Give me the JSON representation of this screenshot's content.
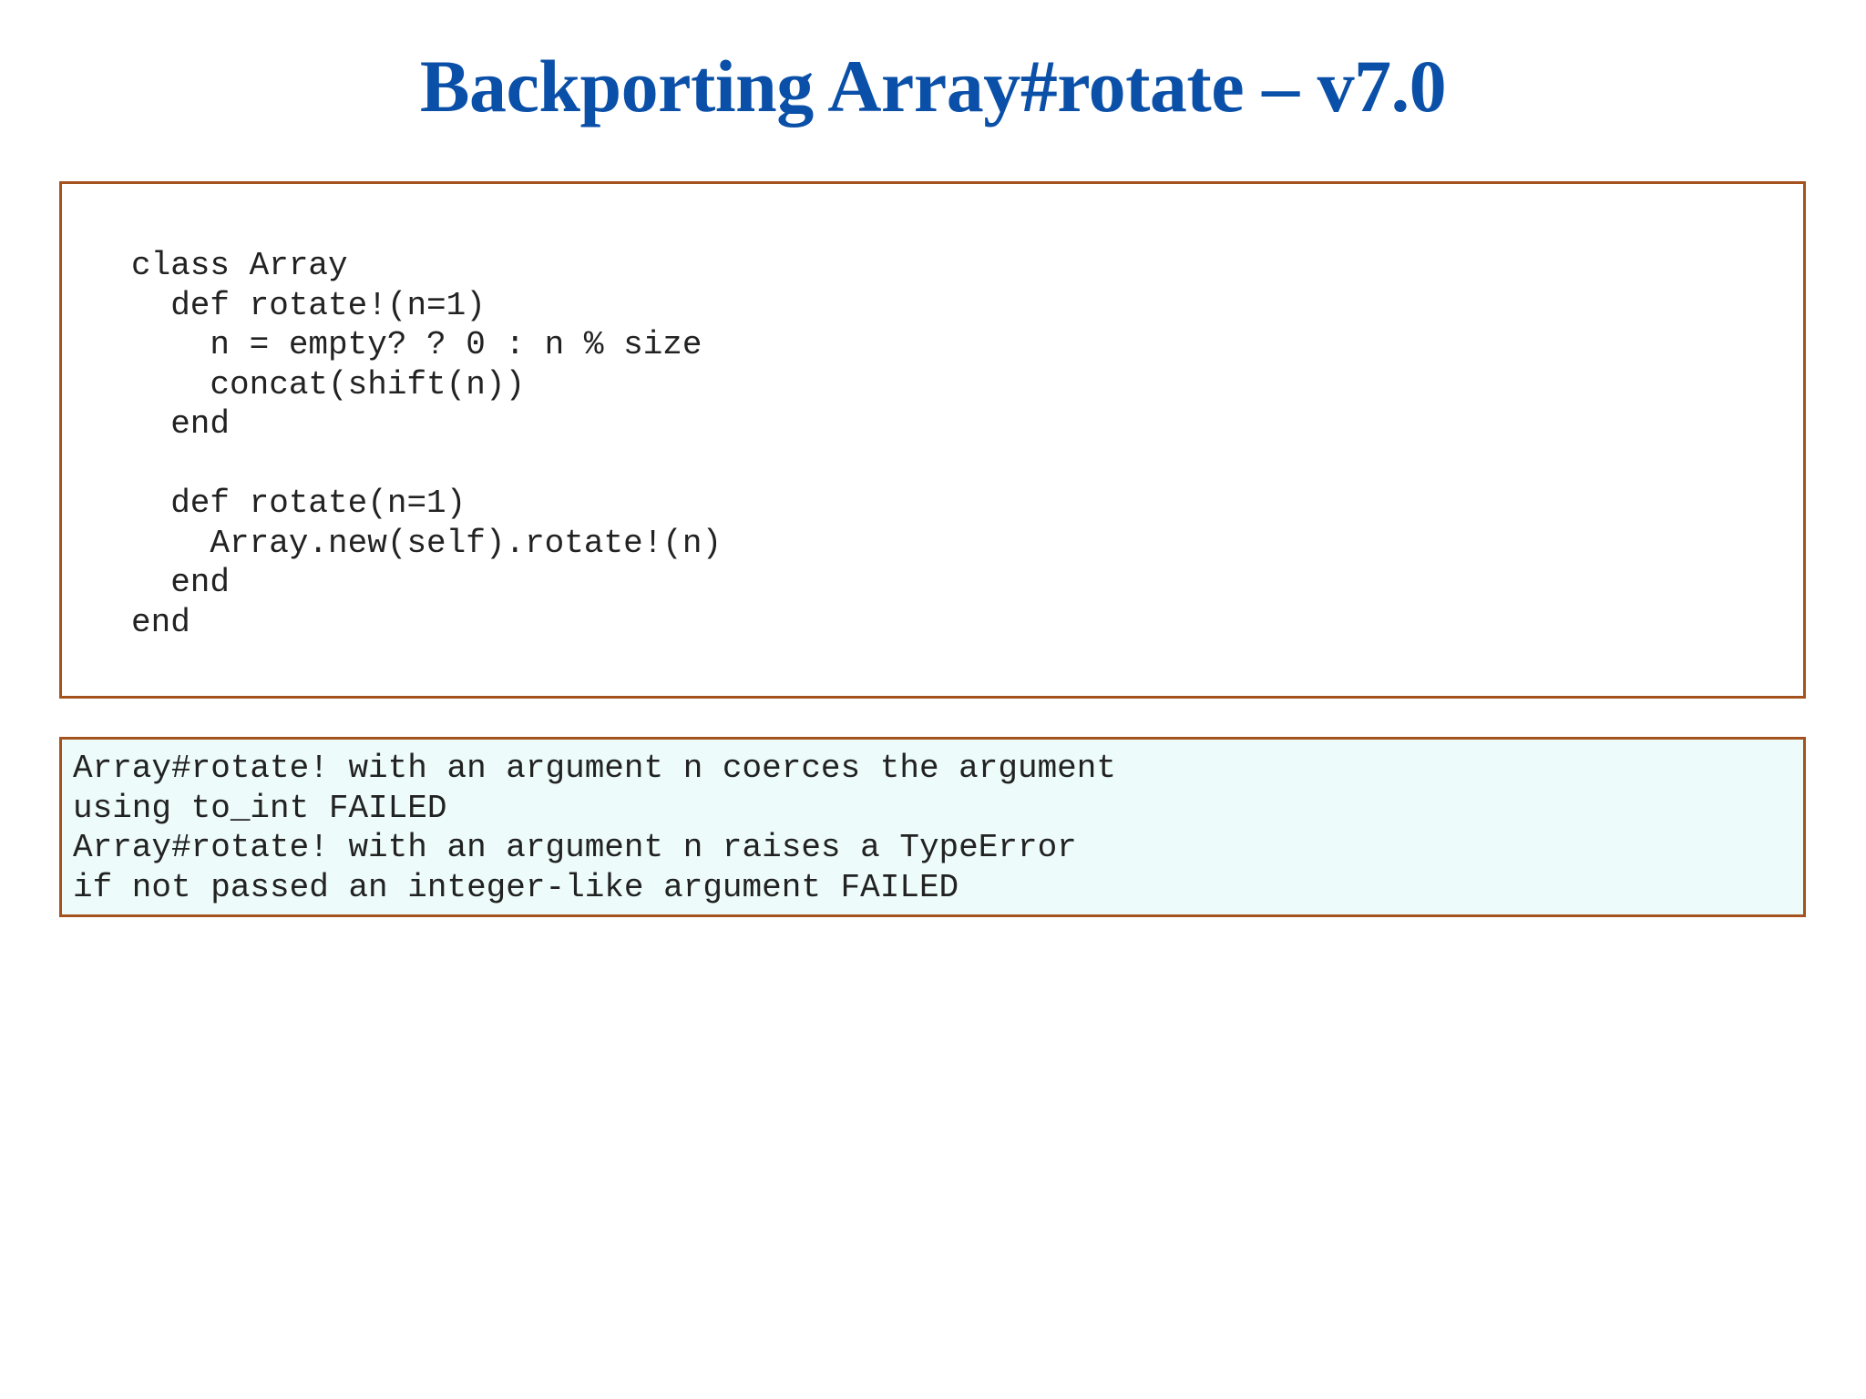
{
  "slide": {
    "title": "Backporting Array#rotate – v7.0"
  },
  "code": {
    "lines": [
      "class Array",
      "  def rotate!(n=1)",
      "    n = empty? ? 0 : n % size",
      "    concat(shift(n))",
      "  end",
      "",
      "  def rotate(n=1)",
      "    Array.new(self).rotate!(n)",
      "  end",
      "end"
    ]
  },
  "output": {
    "lines": [
      "Array#rotate! with an argument n coerces the argument",
      "using to_int FAILED",
      "Array#rotate! with an argument n raises a TypeError",
      "if not passed an integer-like argument FAILED"
    ]
  },
  "colors": {
    "title": "#0b50a8",
    "border": "#a5531e",
    "output_background": "#edfcfa",
    "text": "#222222"
  }
}
